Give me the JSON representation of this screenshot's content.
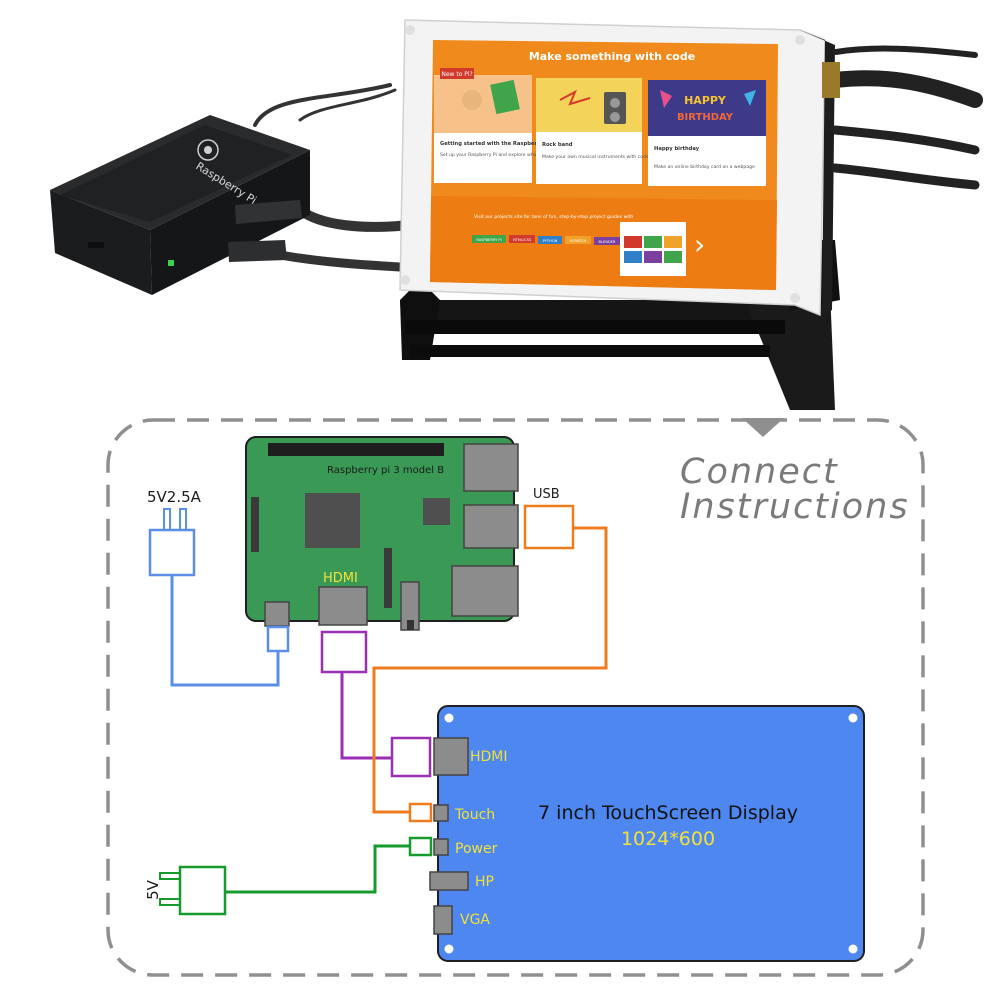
{
  "photo": {
    "screen": {
      "banner_title": "Make something with code",
      "badge": "New to Pi?",
      "cards": [
        {
          "title": "Getting started with the Raspberry Pi",
          "desc": "Set up your Raspberry Pi and explore what it can do"
        },
        {
          "title": "Rock band",
          "desc": "Make your own musical instruments with code blocks"
        },
        {
          "title": "Happy birthday",
          "desc": "Make an online birthday card on a webpage"
        }
      ],
      "birthday_line1": "HAPPY",
      "birthday_line2": "BIRTHDAY",
      "footer_text": "Visit our projects site for tons of fun, step-by-step project guides with",
      "tags": [
        "RASPBERRY PI",
        "HTML/CSS",
        "PYTHON",
        "SCRATCH",
        "BLENDER"
      ],
      "arrow": "›"
    },
    "pi_case": {
      "brand": "Raspberry Pi"
    }
  },
  "diagram": {
    "title_line1": "Connect",
    "title_line2": "Instructions",
    "board_label": "Raspberry pi 3 model B",
    "board_hdmi_label": "HDMI",
    "usb_label": "USB",
    "adapter_top_label": "5V2.5A",
    "adapter_bottom_label": "5V",
    "display_title": "7 inch TouchScreen Display",
    "display_resolution": "1024*600",
    "display_ports": {
      "hdmi": "HDMI",
      "touch": "Touch",
      "power": "Power",
      "hp": "HP",
      "vga": "VGA"
    },
    "colors": {
      "board": "#3a9a55",
      "display": "#4d87ef",
      "power_wire": "#5b8ee6",
      "hdmi_wire": "#9a2fb4",
      "usb_wire": "#ee7c1e",
      "display_power_wire": "#169a2d",
      "label_yellow": "#f0e23a"
    }
  }
}
